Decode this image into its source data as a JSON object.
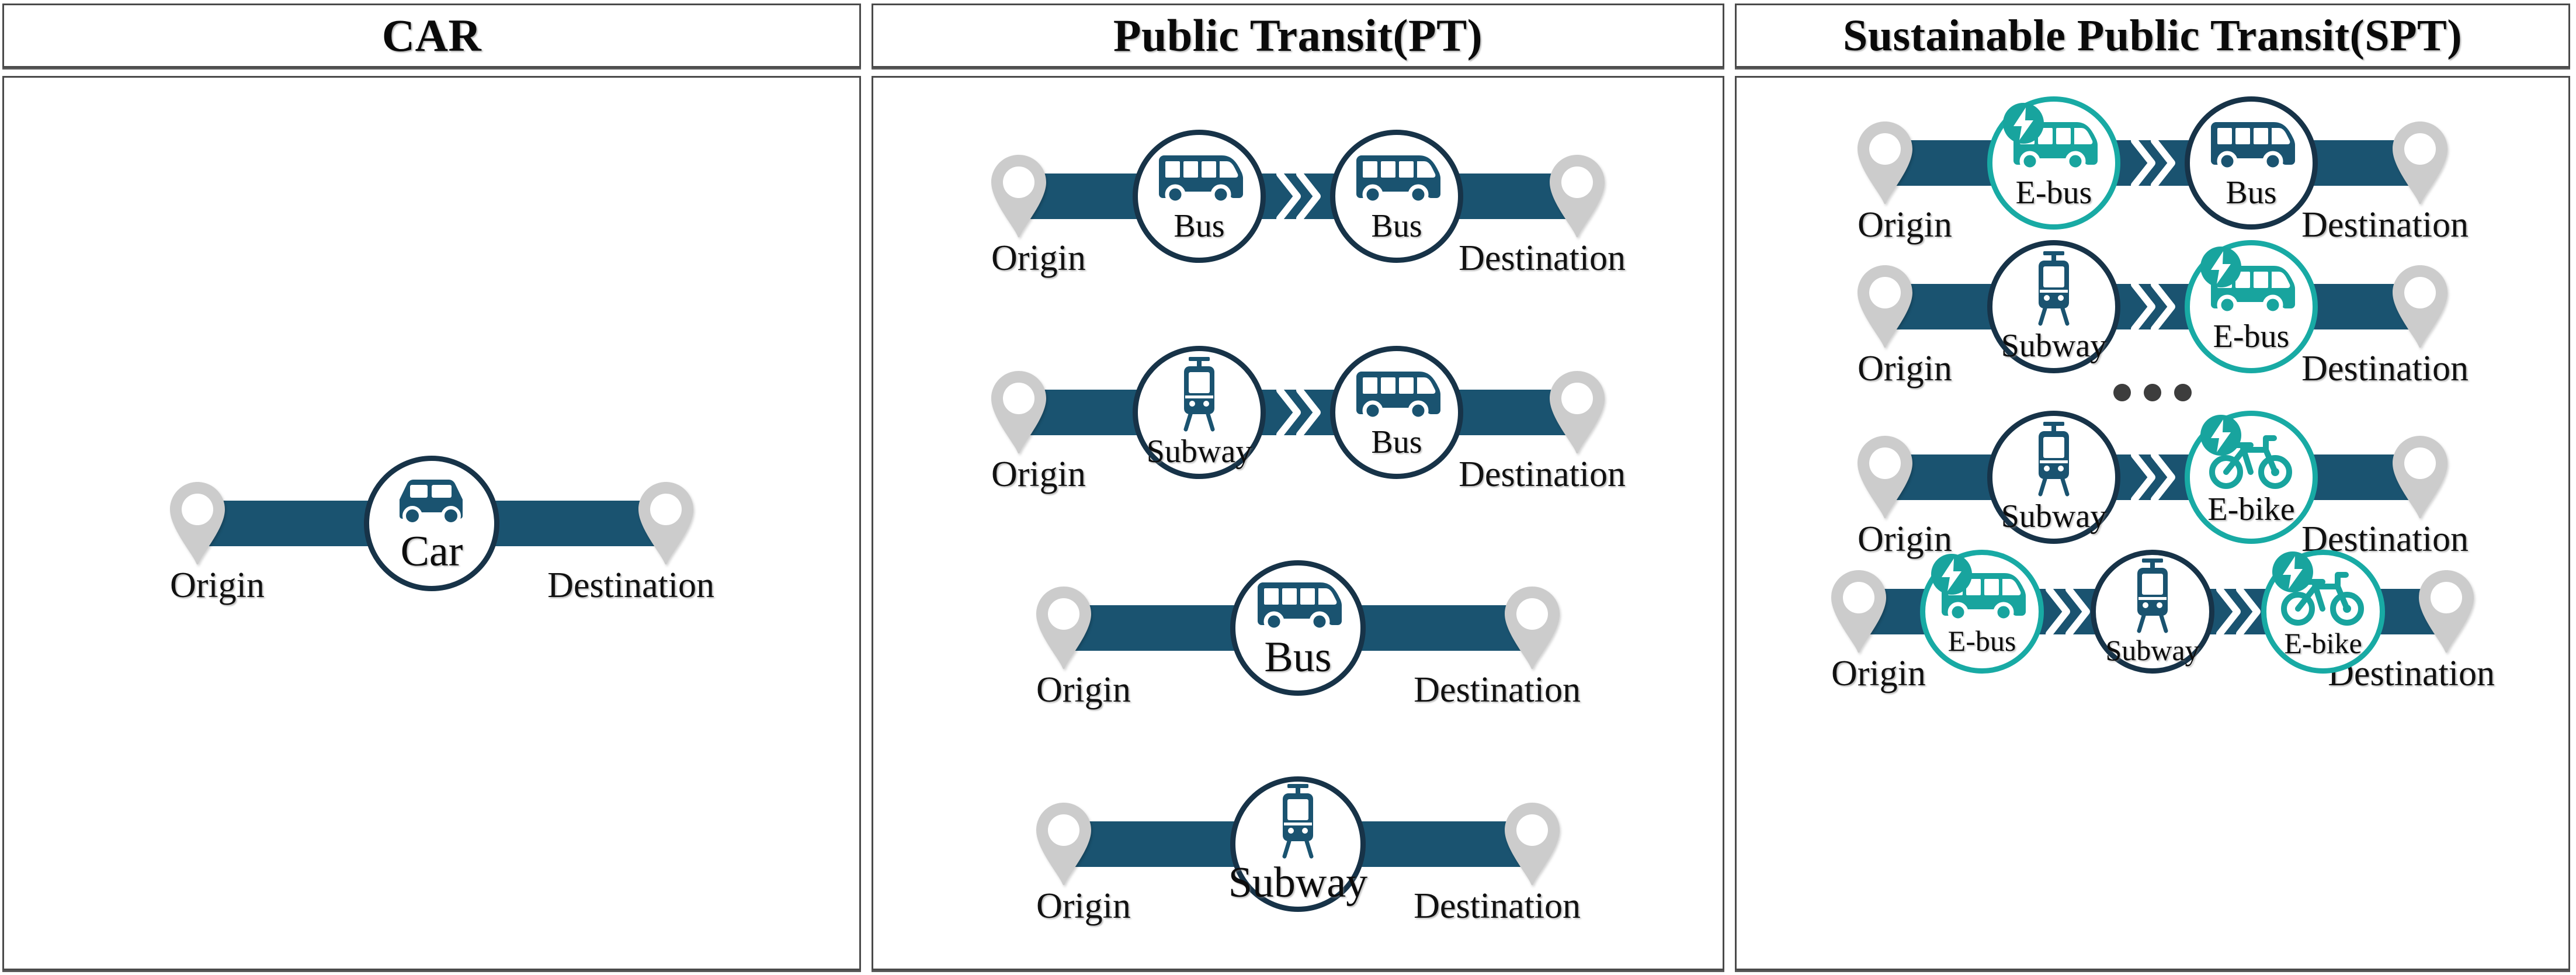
{
  "panels": [
    {
      "id": "car",
      "title": "CAR",
      "rows": [
        {
          "origin_label": "Origin",
          "destination_label": "Destination",
          "nodes": [
            {
              "label": "Car",
              "icon": "car-icon",
              "style": "dark",
              "electric": false
            }
          ]
        }
      ]
    },
    {
      "id": "pt",
      "title": "Public Transit(PT)",
      "rows": [
        {
          "origin_label": "Origin",
          "destination_label": "Destination",
          "nodes": [
            {
              "label": "Bus",
              "icon": "bus-icon",
              "style": "dark",
              "electric": false
            },
            {
              "label": "Bus",
              "icon": "bus-icon",
              "style": "dark",
              "electric": false
            }
          ]
        },
        {
          "origin_label": "Origin",
          "destination_label": "Destination",
          "nodes": [
            {
              "label": "Subway",
              "icon": "subway-icon",
              "style": "dark",
              "electric": false
            },
            {
              "label": "Bus",
              "icon": "bus-icon",
              "style": "dark",
              "electric": false
            }
          ]
        },
        {
          "origin_label": "Origin",
          "destination_label": "Destination",
          "nodes": [
            {
              "label": "Bus",
              "icon": "bus-icon",
              "style": "dark",
              "electric": false
            }
          ]
        },
        {
          "origin_label": "Origin",
          "destination_label": "Destination",
          "nodes": [
            {
              "label": "Subway",
              "icon": "subway-icon",
              "style": "dark",
              "electric": false
            }
          ]
        }
      ]
    },
    {
      "id": "spt",
      "title": "Sustainable Public Transit(SPT)",
      "ellipsis_after_row": 2,
      "rows": [
        {
          "origin_label": "Origin",
          "destination_label": "Destination",
          "nodes": [
            {
              "label": "E-bus",
              "icon": "bus-icon",
              "style": "teal",
              "electric": true
            },
            {
              "label": "Bus",
              "icon": "bus-icon",
              "style": "dark",
              "electric": false
            }
          ]
        },
        {
          "origin_label": "Origin",
          "destination_label": "Destination",
          "nodes": [
            {
              "label": "Subway",
              "icon": "subway-icon",
              "style": "dark",
              "electric": false
            },
            {
              "label": "E-bus",
              "icon": "bus-icon",
              "style": "teal",
              "electric": true
            }
          ]
        },
        {
          "origin_label": "Origin",
          "destination_label": "Destination",
          "nodes": [
            {
              "label": "Subway",
              "icon": "subway-icon",
              "style": "dark",
              "electric": false
            },
            {
              "label": "E-bike",
              "icon": "bike-icon",
              "style": "teal",
              "electric": true
            }
          ]
        },
        {
          "origin_label": "Origin",
          "destination_label": "Destination",
          "nodes": [
            {
              "label": "E-bus",
              "icon": "bus-icon",
              "style": "teal",
              "electric": true
            },
            {
              "label": "Subway",
              "icon": "subway-icon",
              "style": "dark",
              "electric": false
            },
            {
              "label": "E-bike",
              "icon": "bike-icon",
              "style": "teal",
              "electric": true
            }
          ]
        }
      ]
    }
  ],
  "icons": {
    "transfer": "double-chevron-icon",
    "origin_pin": "map-pin-icon",
    "destination_pin": "map-pin-icon",
    "electric_badge": "lightning-bolt-icon",
    "continuation": "ellipsis-icon"
  },
  "colors": {
    "bar": "#1a5370",
    "dark_ring": "#173348",
    "teal_ring": "#18aaa4",
    "teal_fill": "#18a49e",
    "pin": "#cccccc",
    "panel_border": "#4a4a4a",
    "text": "#0d0d0d"
  }
}
